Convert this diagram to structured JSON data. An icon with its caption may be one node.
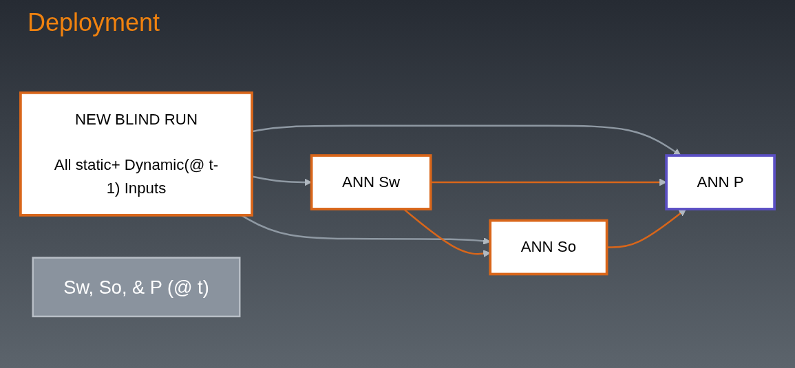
{
  "diagram": {
    "title": "Deployment",
    "nodes": [
      {
        "text": [
          "NEW BLIND RUN",
          "All static+ Dynamic(@ t-1) Inputs"
        ]
      },
      {
        "text": [
          "ANN Sw"
        ]
      },
      {
        "text": [
          "ANN So"
        ]
      },
      {
        "text": [
          "ANN P"
        ]
      },
      {
        "text": [
          "Sw, So, & P (@ t)"
        ]
      }
    ],
    "edges": [
      {
        "from": 0,
        "to": 1,
        "arrow": "to",
        "color": "#8f99a3"
      },
      {
        "from": 0,
        "to": 2,
        "arrow": "to",
        "color": "#8f99a3"
      },
      {
        "from": 0,
        "to": 3,
        "arrow": "to",
        "color": "#8f99a3"
      },
      {
        "from": 1,
        "to": 2,
        "arrow": "to",
        "color": "#d9661a"
      },
      {
        "from": 1,
        "to": 3,
        "arrow": "to",
        "color": "#d9661a"
      },
      {
        "from": 2,
        "to": 3,
        "arrow": "to",
        "color": "#d9661a"
      }
    ]
  }
}
